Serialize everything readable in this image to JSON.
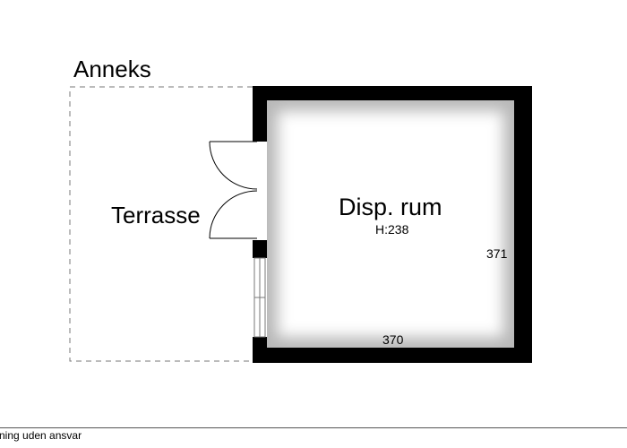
{
  "plan": {
    "annex_label": "Anneks",
    "terrace_label": "Terrasse",
    "room": {
      "name": "Disp. rum",
      "ceiling_height": "H:238",
      "width": "370",
      "depth": "371"
    }
  },
  "footer": {
    "disclaimer": "ning uden ansvar"
  },
  "colors": {
    "wall": "#000000",
    "background": "#ffffff",
    "dashed_outline": "#777777",
    "footer_rule": "#555555"
  }
}
